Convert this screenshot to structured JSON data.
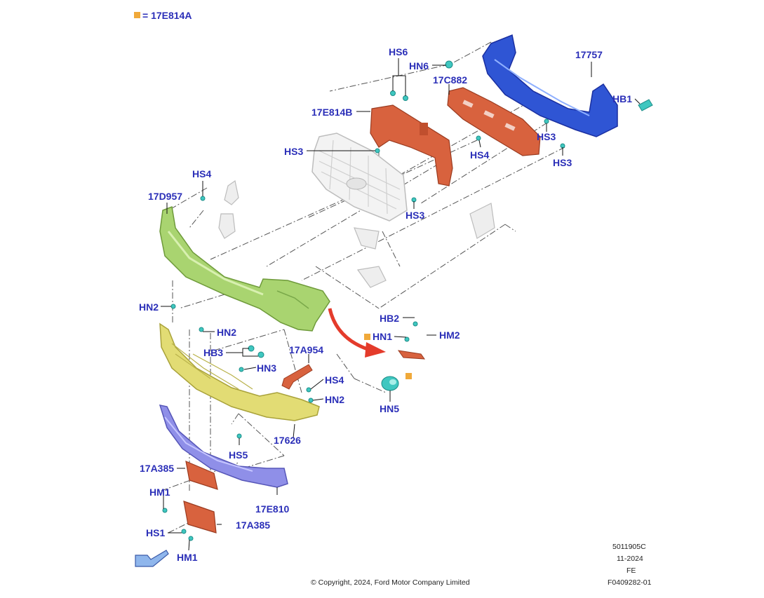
{
  "legend": {
    "marker_color": "#f0a93a",
    "text": "= 17E814A"
  },
  "labels": {
    "hs6": "HS6",
    "hn6": "HN6",
    "c17757": "17757",
    "c17c882": "17C882",
    "hb1": "HB1",
    "c17e814b": "17E814B",
    "hs3_a": "HS3",
    "hs3_b": "HS3",
    "hs3_c": "HS3",
    "hs3_d": "HS3",
    "hs4_a": "HS4",
    "hs4_top": "HS4",
    "c17d957": "17D957",
    "hn2_left": "HN2",
    "hn2_mid": "HN2",
    "hb3": "HB3",
    "hn3": "HN3",
    "c17a954": "17A954",
    "hs4_b": "HS4",
    "hn2_low": "HN2",
    "hb2": "HB2",
    "hn1": "HN1",
    "hm2": "HM2",
    "hn5": "HN5",
    "c17626": "17626",
    "hs5": "HS5",
    "c17a385_top": "17A385",
    "hm1_top": "HM1",
    "c17e810": "17E810",
    "c17a385_low": "17A385",
    "hs1": "HS1",
    "hm1_low": "HM1"
  },
  "colors": {
    "label": "#2b2fb8",
    "reinforcement": "#2f55d4",
    "bracket": "#d8623e",
    "fascia": "#a9d470",
    "lower_grille": "#e2dc74",
    "lip": "#8f8fe8",
    "fastener": "#3fc7c0"
  },
  "footer": {
    "illustration_no": "5011905C",
    "date": "11-2024",
    "region": "FE",
    "figure_id": "F0409282-01",
    "copyright": "© Copyright, 2024, Ford Motor Company Limited"
  }
}
